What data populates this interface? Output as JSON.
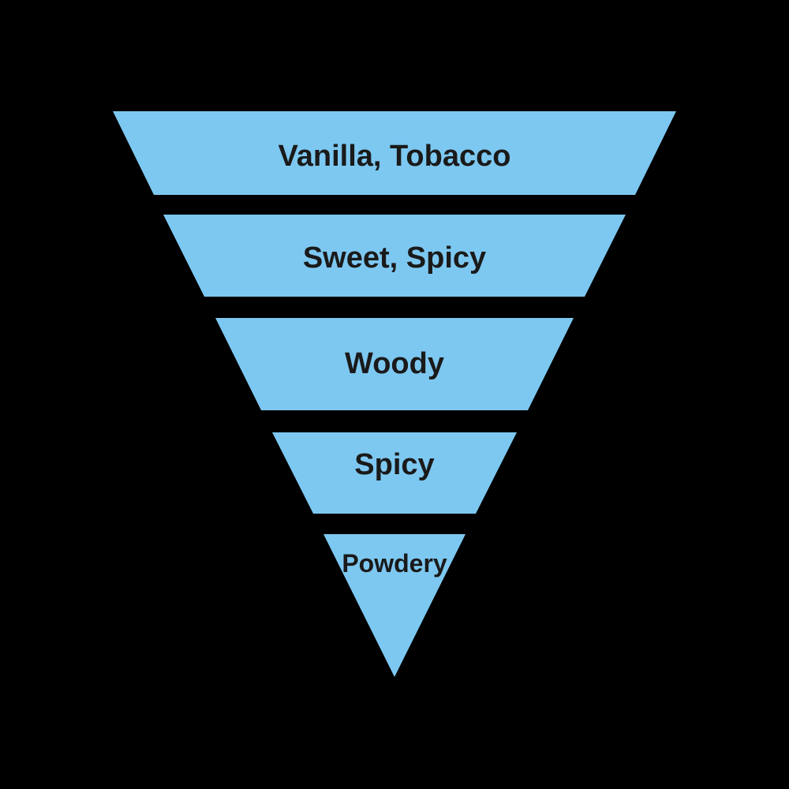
{
  "diagram": {
    "kind": "inverted-pyramid-funnel",
    "colors": {
      "background": "#000000",
      "segment_fill": "#7dc8f1",
      "label_text": "#1a1a1a"
    },
    "levels": [
      {
        "label": "Vanilla, Tobacco"
      },
      {
        "label": "Sweet, Spicy"
      },
      {
        "label": "Woody"
      },
      {
        "label": "Spicy"
      },
      {
        "label": "Powdery"
      }
    ]
  }
}
